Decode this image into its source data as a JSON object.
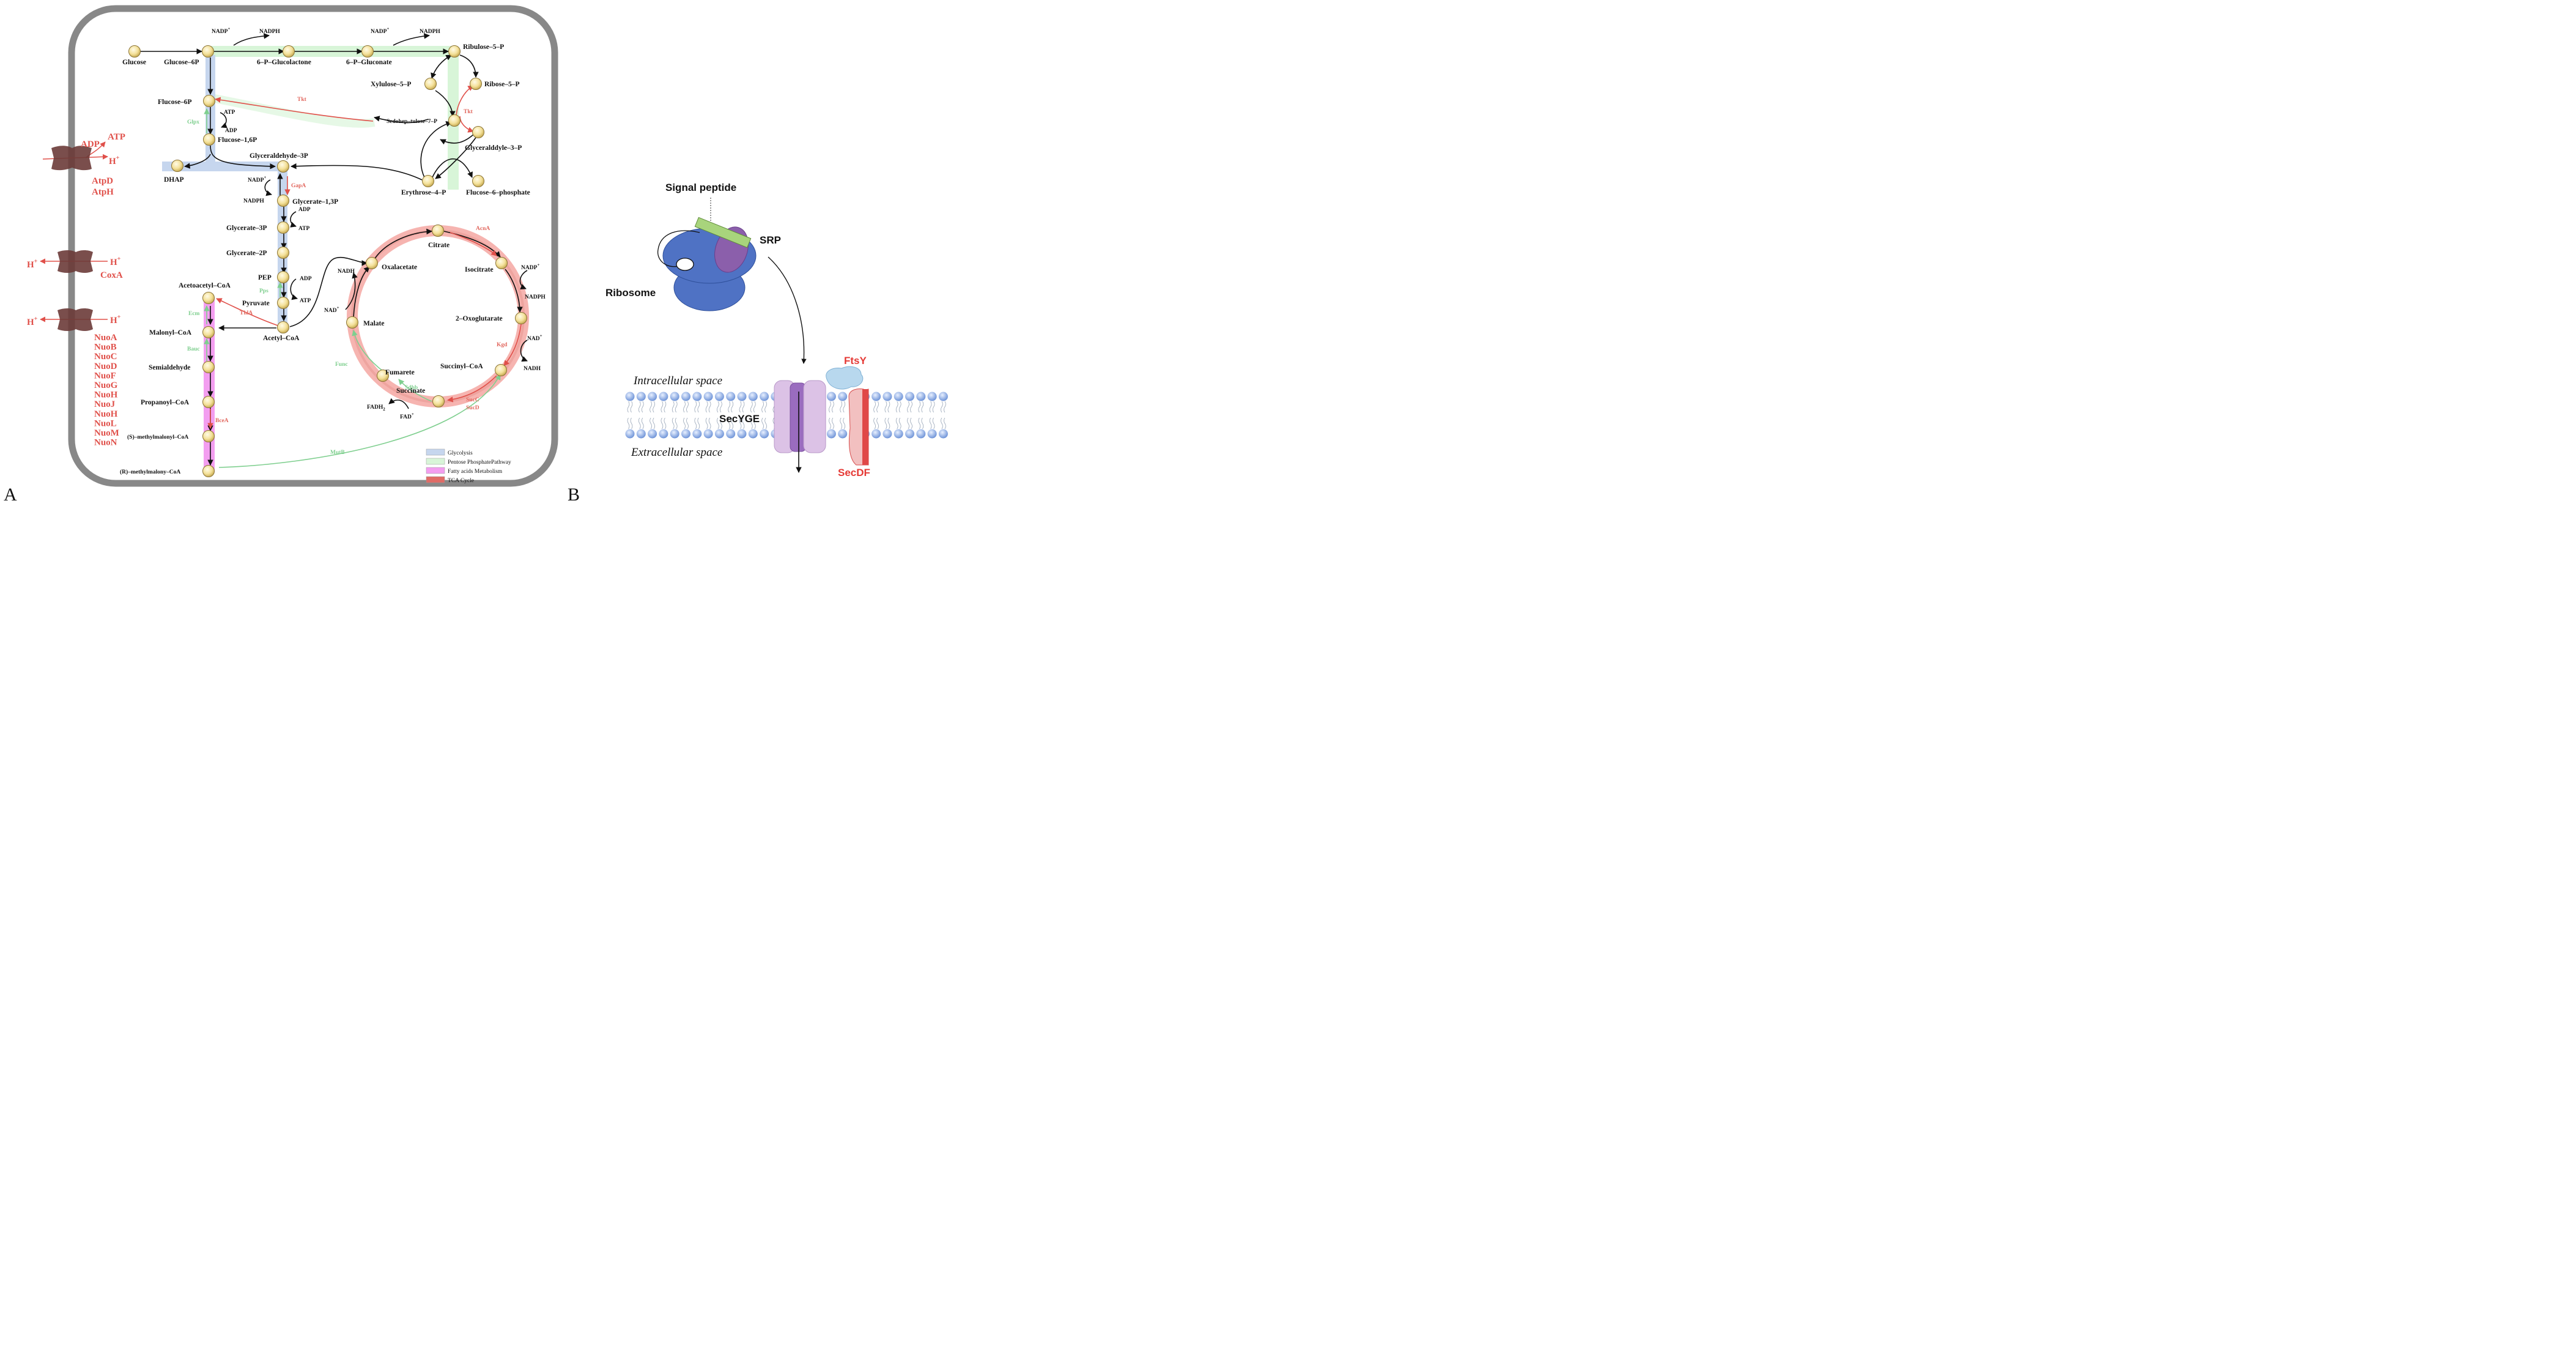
{
  "panels": {
    "a": "A",
    "b": "B"
  },
  "metabolites": {
    "glucose": "Glucose",
    "glucose6p": "Glucose–6P",
    "glucolactone": "6–P–Glucolactone",
    "gluconate": "6–P–Gluconate",
    "ribulose5p": "Ribulose–5–P",
    "xylulose5p": "Xylulose–5–P",
    "ribose5p": "Ribose–5–P",
    "fructose6p": "Flucose–6P",
    "sedoheptulose": "Sedohep–tulose–7–P",
    "fructose16p": "Flucose–1,6P",
    "glyceraldehyde3p_ppp": "Glyceralddyle–3–P",
    "dhap": "DHAP",
    "glyceraldehyde3p": "Glyceraldehyde–3P",
    "erythrose4p": "Erythrose–4–P",
    "fructose6phosphate": "Flucose–6–phosphate",
    "glycerate13p": "Glycerate–1,3P",
    "glycerate3p": "Glycerate–3P",
    "glycerate2p": "Glycerate–2P",
    "pep": "PEP",
    "pyruvate": "Pyruvate",
    "acetylcoa": "Acetyl–CoA",
    "acetoacetylcoa": "Acetoacetyl–CoA",
    "malonylcoa": "Malonyl–CoA",
    "semialdehyde": "Semialdehyde",
    "propanoylcoa": "Propanoyl–CoA",
    "smethylmalonyl": "(S)–methylmalonyl–CoA",
    "rmethylmalonyl": "(R)–methylmalony–CoA",
    "citrate": "Citrate",
    "oxalacetate": "Oxalacetate",
    "isocitrate": "Isocitrate",
    "malate": "Malate",
    "oxoglutarate": "2–Oxoglutarate",
    "fumarete": "Fumarete",
    "succinylcoa": "Succinyl–CoA",
    "succinate": "Succinate"
  },
  "cofactors": {
    "nadp": "NADP",
    "nadph": "NADPH",
    "nad": "NAD",
    "nadh": "NADH",
    "atp": "ATP",
    "adp": "ADP",
    "fadh": "FADH",
    "fad": "FAD",
    "sup_plus": "+",
    "sub_2": "2"
  },
  "enzymes": {
    "tkt": "Tkt",
    "glpx": "Glpx",
    "gapa": "GapA",
    "pps": "Pps",
    "thla": "ThlA",
    "ecm": "Ecm",
    "bauc": "Bauc",
    "bcea": "BceA",
    "mutb": "MutB",
    "acna": "AcnA",
    "kgd": "Kgd",
    "succ": "SucC",
    "sucd": "SucD",
    "sdhb": "Sdhb",
    "func": "Func"
  },
  "membrane": {
    "adp": "ADP",
    "atp": "ATP",
    "h": "H",
    "plus": "+",
    "atpd": "AtpD",
    "atph": "AtpH",
    "coxa": "CoxA",
    "nuo": [
      "NuoA",
      "NuoB",
      "NuoC",
      "NuoD",
      "NuoF",
      "NuoG",
      "NuoH",
      "NuoJ",
      "NuoH",
      "NuoL",
      "NuoM",
      "NuoN"
    ]
  },
  "legend": [
    {
      "label": "Glycolysis",
      "color": "#c6d6ee"
    },
    {
      "label": "Pentose PhosphatePathway",
      "color": "#d8f5d8"
    },
    {
      "label": "Fatty acids Metabolism",
      "color": "#f39ef0"
    },
    {
      "label": "TCA Cycle",
      "color": "#e06b66"
    }
  ],
  "panel_b": {
    "signal_peptide": "Signal peptide",
    "srp": "SRP",
    "ribosome": "Ribosome",
    "ftsy": "FtsY",
    "secyge": "SecYGE",
    "secdf": "SecDF",
    "intracellular": "Intracellular space",
    "extracellular": "Extracellular space"
  },
  "colors": {
    "cell_wall": "#888888",
    "glycolysis": "#c6d6ee",
    "ppp": "#d8f5d8",
    "fatty": "#f39ef0",
    "tca": "#e06b66",
    "node_fill": "#f4e19a",
    "enzyme_red": "#e2685f",
    "enzyme_green": "#7fcf8f",
    "protein_label_red": "#e53935"
  }
}
